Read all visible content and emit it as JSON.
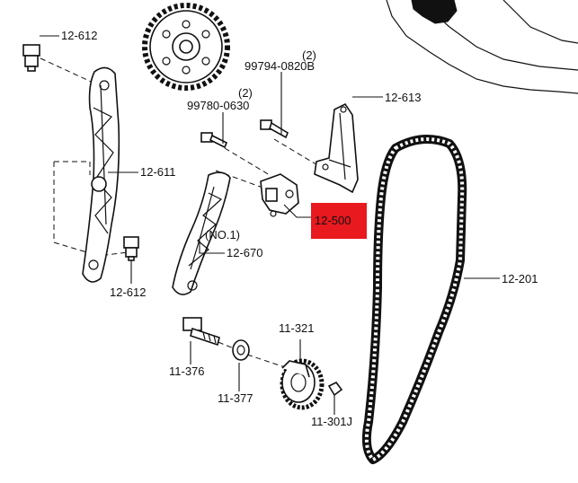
{
  "labels": {
    "p12612_top": "12-612",
    "p12612_bottom": "12-612",
    "p12611": "12-611",
    "p99794_qty": "(2)",
    "p99794": "99794-0820B",
    "p99780_qty": "(2)",
    "p99780": "99780-0630",
    "p12613": "12-613",
    "p12500": "12-500",
    "p12670_note": "(NO.1)",
    "p12670": "12-670",
    "p12201": "12-201",
    "p11321": "11-321",
    "p11376": "11-376",
    "p11377": "11-377",
    "p11301j": "11-301J"
  },
  "highlight": {
    "part": "12-500",
    "color": "#e8191f"
  }
}
